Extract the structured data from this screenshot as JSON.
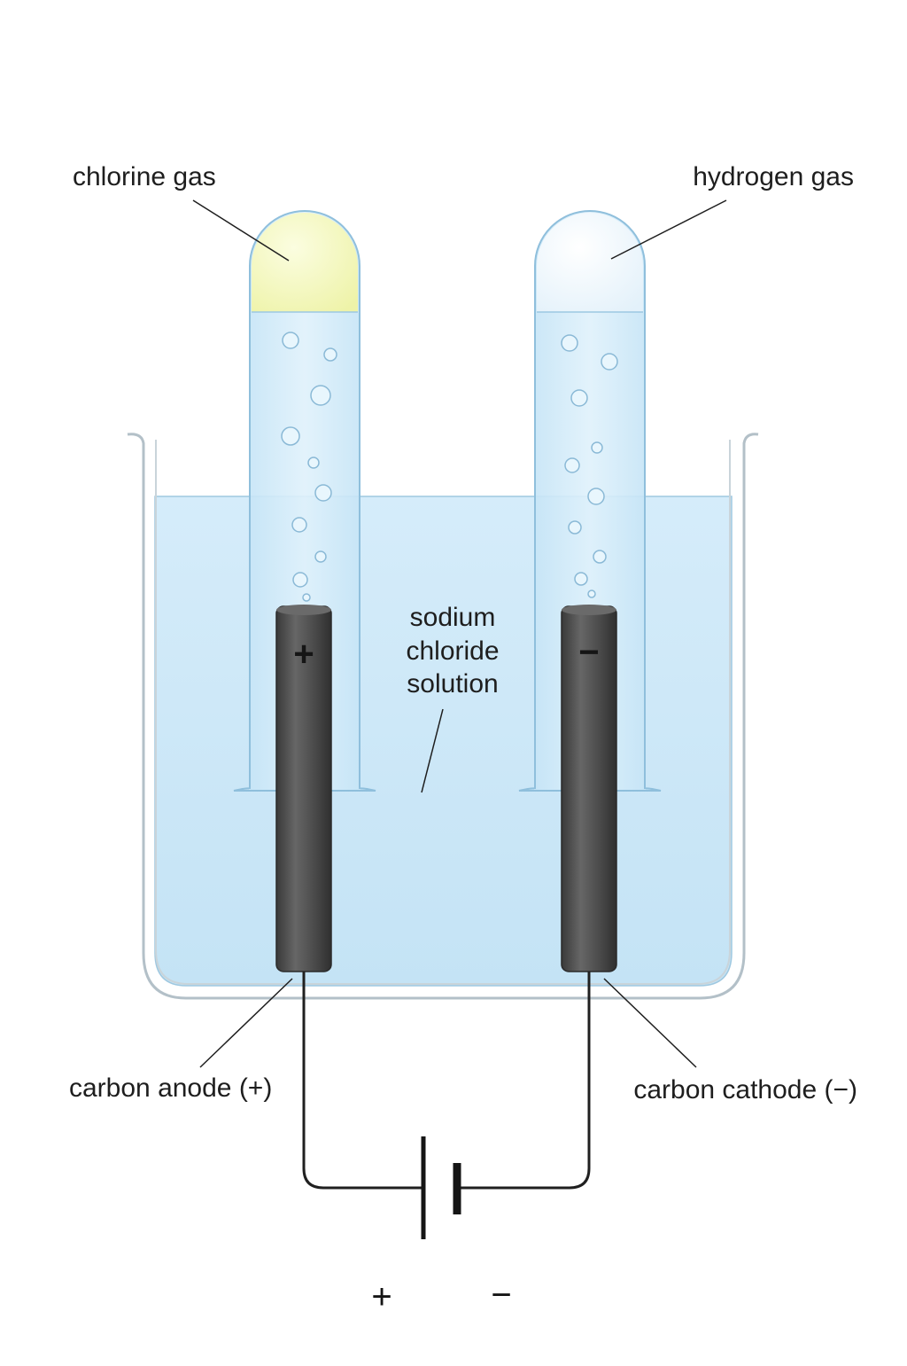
{
  "labels": {
    "chlorine": "chlorine gas",
    "hydrogen": "hydrogen gas",
    "solution_line1": "sodium",
    "solution_line2": "chloride",
    "solution_line3": "solution",
    "anode": "carbon anode (+)",
    "cathode": "carbon cathode (−)"
  },
  "electrode_signs": {
    "anode": "+",
    "cathode": "−"
  },
  "battery_signs": {
    "positive": "+",
    "negative": "−"
  },
  "colors": {
    "solution": "#cfe9f8",
    "chlorine": "#f4f6bf",
    "hydrogen": "#f3f9fd",
    "electrode": "#4b4b4b",
    "wire": "#202020",
    "glass": "#b9c6cf"
  }
}
